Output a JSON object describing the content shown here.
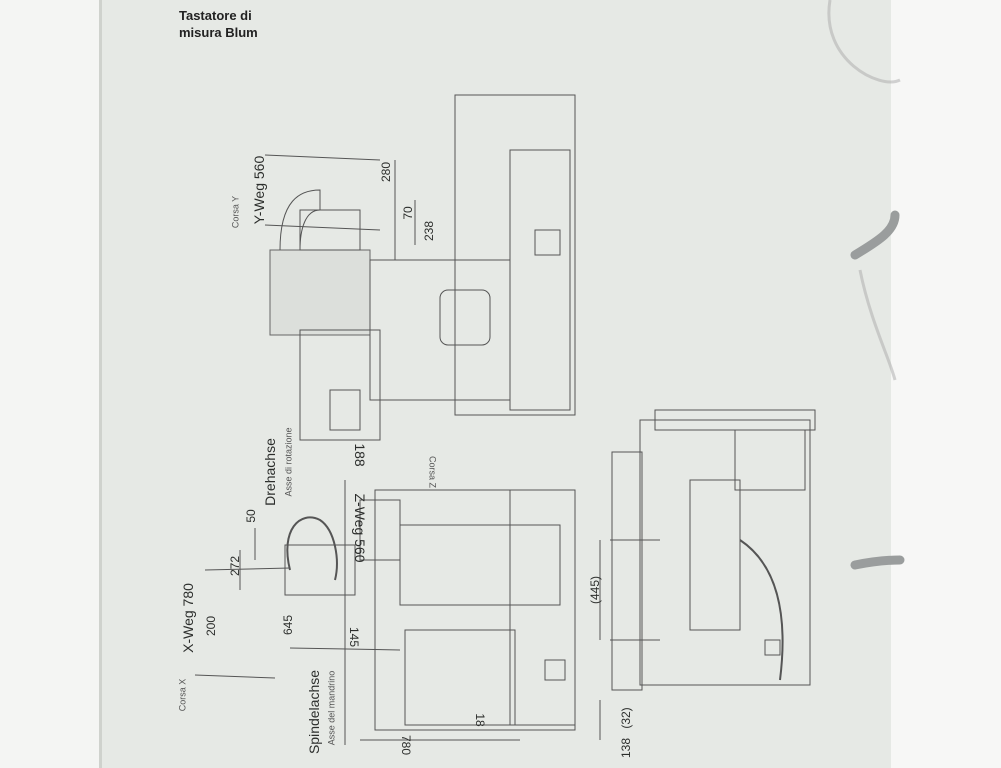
{
  "title": [
    "Tastatore di",
    "misura Blum"
  ],
  "top_view": {
    "corsa_y": "Corsa Y",
    "y_weg": "Y-Weg 560",
    "dims": [
      "280",
      "70",
      "238"
    ]
  },
  "side_view": {
    "drehachse": "Drehachse",
    "drehachse_it": "Asse di rotazione",
    "corsa_z": "Corsa Z",
    "z_weg": "Z-Weg 560",
    "z_dim": "188",
    "dim_50": "50",
    "dim_272": "272",
    "x_weg": "X-Weg 780",
    "dim_200": "200",
    "dim_645": "645",
    "dim_145": "145",
    "corsa_x": "Corsa X",
    "spindelachse": "Spindelachse",
    "spindelachse_it": "Asse del mandrino",
    "dim_780": "780",
    "dim_18": "18"
  },
  "front_view": {
    "dim_445": "(445)",
    "dim_32": "(32)",
    "dim_138": "138"
  }
}
